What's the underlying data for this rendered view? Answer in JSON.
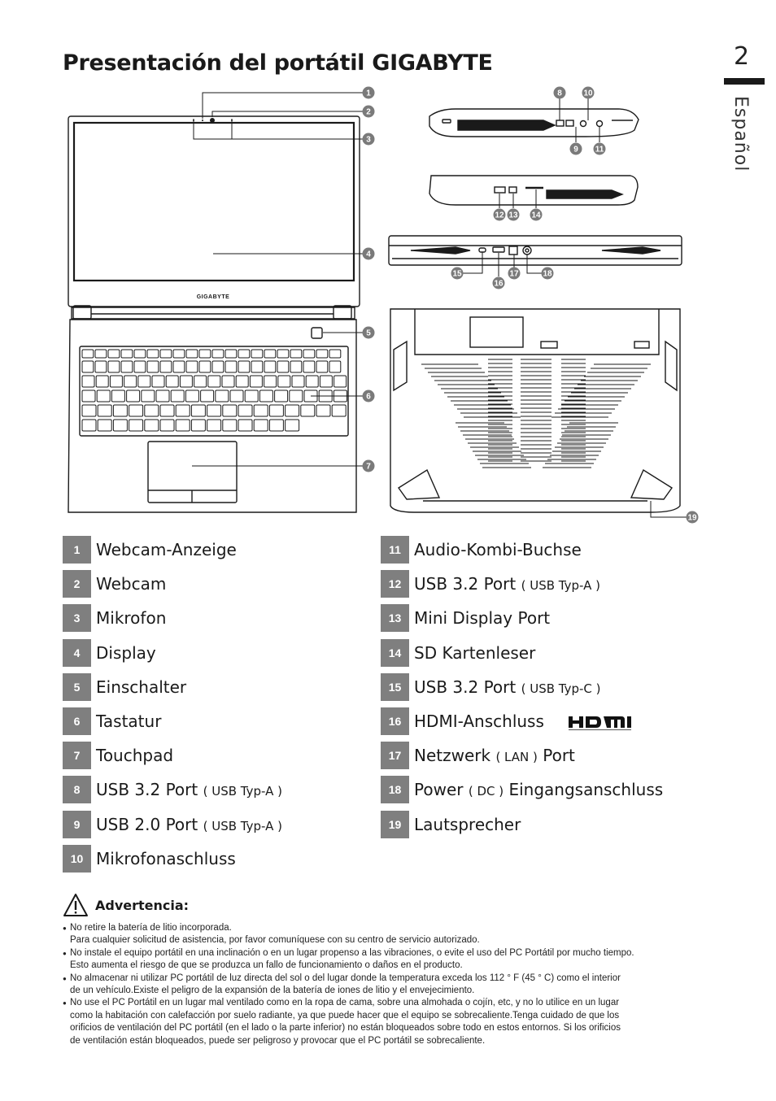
{
  "page": {
    "number": "2",
    "language_tab": "Español",
    "title": "Presentación del portátil GIGABYTE"
  },
  "figure": {
    "brand_logo_text": "GIGABYTE",
    "callout_numbers": [
      "1",
      "2",
      "3",
      "4",
      "5",
      "6",
      "7",
      "8",
      "9",
      "10",
      "11",
      "12",
      "13",
      "14",
      "15",
      "16",
      "17",
      "18",
      "19"
    ]
  },
  "legend": {
    "left": [
      {
        "num": "1",
        "label": "Webcam-Anzeige",
        "detail": ""
      },
      {
        "num": "2",
        "label": "Webcam",
        "detail": ""
      },
      {
        "num": "3",
        "label": "Mikrofon",
        "detail": ""
      },
      {
        "num": "4",
        "label": "Display",
        "detail": ""
      },
      {
        "num": "5",
        "label": "Einschalter",
        "detail": ""
      },
      {
        "num": "6",
        "label": "Tastatur",
        "detail": ""
      },
      {
        "num": "7",
        "label": "Touchpad",
        "detail": ""
      },
      {
        "num": "8",
        "label": "USB 3.2 Port",
        "detail": "( USB Typ-A )"
      },
      {
        "num": "9",
        "label": "USB 2.0 Port",
        "detail": "( USB Typ-A )"
      },
      {
        "num": "10",
        "label": "Mikrofonaschluss",
        "detail": ""
      }
    ],
    "right": [
      {
        "num": "11",
        "label": "Audio-Kombi-Buchse"
      },
      {
        "num": "12",
        "label": "USB 3.2 Port",
        "detail": "( USB Typ-A )"
      },
      {
        "num": "13",
        "label": "Mini Display Port"
      },
      {
        "num": "14",
        "label": "SD Kartenleser"
      },
      {
        "num": "15",
        "label": "USB 3.2 Port",
        "detail": "( USB Typ-C )"
      },
      {
        "num": "16",
        "label": "HDMI-Anschluss",
        "logo": "HDMI"
      },
      {
        "num": "17",
        "label_pre": "Netzwerk",
        "detail": "( LAN )",
        "label_post": "Port"
      },
      {
        "num": "18",
        "label_pre": "Power",
        "detail": "( DC )",
        "label_post": "Eingangsanschluss"
      },
      {
        "num": "19",
        "label": "Lautsprecher"
      }
    ]
  },
  "warning": {
    "title": "Advertencia:",
    "items": [
      {
        "lines": [
          "No retire la batería de litio incorporada.",
          "Para cualquier solicitud de asistencia, por favor comuníquese con su centro de servicio autorizado."
        ]
      },
      {
        "lines": [
          "No instale el equipo portátil en una inclinación o en un lugar propenso a las vibraciones, o evite el uso del PC Portátil por mucho tiempo.",
          "Esto aumenta el riesgo de que se produzca un fallo de funcionamiento o daños en el producto."
        ]
      },
      {
        "lines": [
          "No almacenar ni utilizar PC portátil de luz directa del sol o del lugar donde la temperatura exceda los 112 ° F (45 ° C) como el interior",
          "de un vehículo.Existe el peligro de la expansión de la batería de iones de litio y el envejecimiento."
        ]
      },
      {
        "lines": [
          "No use el PC Portátil en un lugar mal ventilado como en la ropa de cama, sobre una almohada o cojín, etc, y no lo utilice en un lugar",
          "como la habitación con calefacción por suelo radiante, ya que puede hacer que el equipo se sobrecaliente.Tenga cuidado de que los",
          "orificios de ventilación del PC portátil (en el lado o la parte inferior) no están bloqueados sobre todo en estos entornos. Si los orificios",
          "de ventilación están bloqueados, puede ser peligroso y provocar que el PC portátil se sobrecaliente."
        ]
      }
    ]
  },
  "colors": {
    "legend_badge": "#7f7f7f",
    "callout": "#7a7a7a",
    "line": "#1a1a1a"
  },
  "icons": {
    "warning": "warning-triangle-icon",
    "hdmi": "hdmi-logo"
  }
}
